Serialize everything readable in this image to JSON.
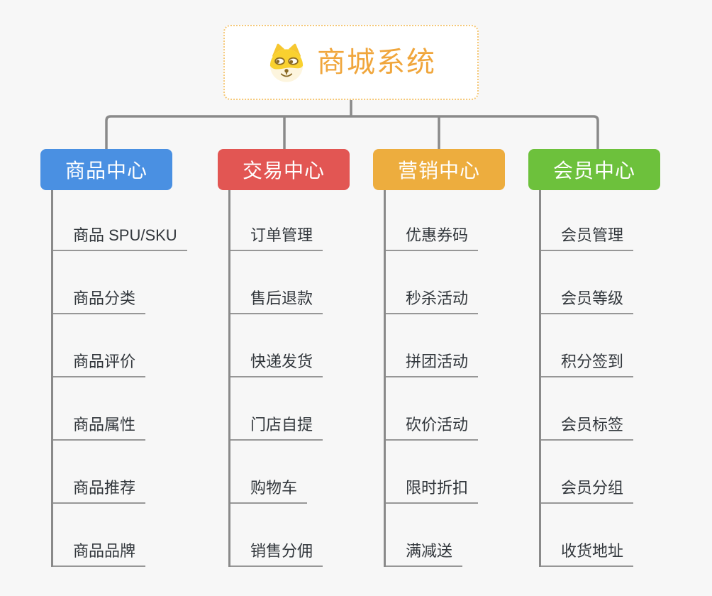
{
  "root": {
    "title": "商城系统",
    "icon": "doge-icon",
    "title_color": "#F0A63C",
    "border_color": "#F5C878",
    "background": "#FFFFFF"
  },
  "connector_color": "#8A8A8A",
  "page_background": "#F7F7F7",
  "item_text_color": "#32373C",
  "branches": [
    {
      "label": "商品中心",
      "color": "#4A90E2",
      "items": [
        "商品 SPU/SKU",
        "商品分类",
        "商品评价",
        "商品属性",
        "商品推荐",
        "商品品牌"
      ]
    },
    {
      "label": "交易中心",
      "color": "#E25653",
      "items": [
        "订单管理",
        "售后退款",
        "快递发货",
        "门店自提",
        "购物车",
        "销售分佣"
      ]
    },
    {
      "label": "营销中心",
      "color": "#EDAD3E",
      "items": [
        "优惠券码",
        "秒杀活动",
        "拼团活动",
        "砍价活动",
        "限时折扣",
        "满减送"
      ]
    },
    {
      "label": "会员中心",
      "color": "#6DC13C",
      "items": [
        "会员管理",
        "会员等级",
        "积分签到",
        "会员标签",
        "会员分组",
        "收货地址"
      ]
    }
  ]
}
